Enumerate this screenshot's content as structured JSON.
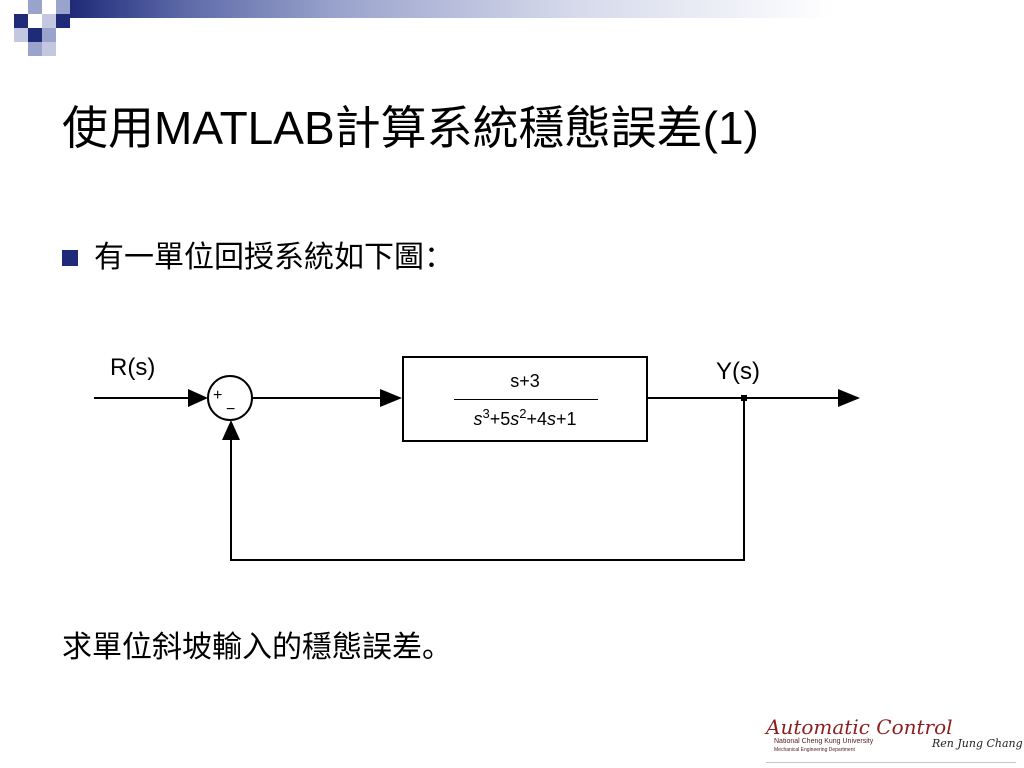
{
  "slide": {
    "title_cjk_before": "使用",
    "title_latin": "MATLAB",
    "title_cjk_after": "計算系統穩態誤差",
    "title_suffix": "(1)",
    "bullet_text": "有一單位回授系統如下圖：",
    "footer_question": "求單位斜坡輸入的穩態誤差。"
  },
  "diagram": {
    "input_label": "R(s)",
    "output_label": "Y(s)",
    "sum_plus": "+",
    "sum_minus": "−",
    "tf_num": "s+3",
    "tf_den": {
      "s1": "s",
      "e1": "3",
      "t2": "+5",
      "s2": "s",
      "e2": "2",
      "t3": "+4",
      "s3": "s",
      "t4": "+1"
    }
  },
  "logo": {
    "main": "Automatic Control",
    "university": "National Cheng Kung University",
    "department": "Mechanical Engineering Department",
    "signature": "Ren Jung Chang"
  },
  "colors": {
    "accent_navy": "#1f2a78",
    "accent_lavender": "#9aa3cc",
    "logo_red": "#8b1f1f"
  }
}
